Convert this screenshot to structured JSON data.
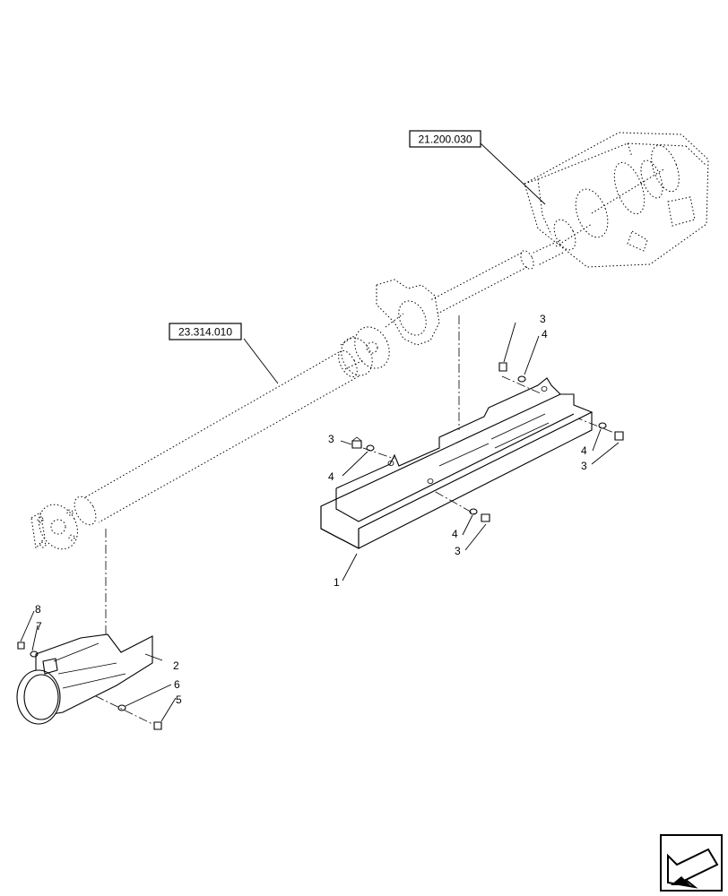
{
  "reference_boxes": {
    "gearbox_ref": "21.200.030",
    "driveshaft_ref": "23.314.010"
  },
  "callouts": {
    "shield_main": "1",
    "shield_front": "2",
    "bolt_upper_left": "3",
    "washer_upper_left": "4",
    "bolt_top": "3",
    "washer_top": "4",
    "washer_right": "4",
    "bolt_right": "3",
    "washer_bottom": "4",
    "bolt_bottom": "3",
    "bolt_front": "5",
    "washer_front": "6",
    "washer_front_left": "7",
    "bolt_front_left": "8"
  },
  "icons": {
    "nav": "next-page-arrow-icon"
  }
}
